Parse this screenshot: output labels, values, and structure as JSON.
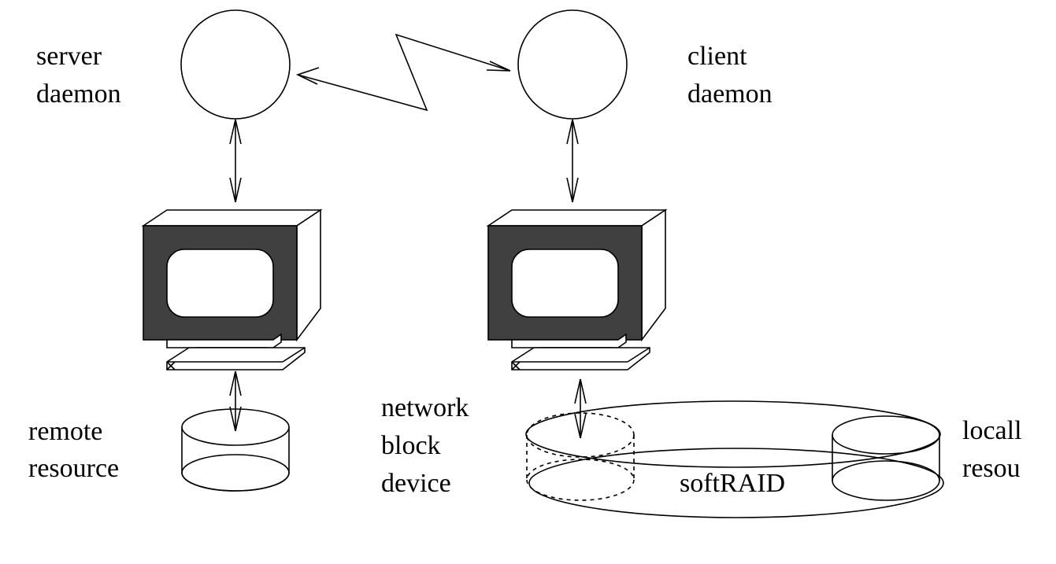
{
  "diagram": {
    "labels": {
      "server_l1": "server",
      "server_l2": "daemon",
      "client_l1": "client",
      "client_l2": "daemon",
      "remote_l1": "remote",
      "remote_l2": "resource",
      "nbd_l1": "network",
      "nbd_l2": "block",
      "nbd_l3": "device",
      "local_l1": "locall",
      "local_l2": "resou",
      "raid": "softRAID"
    },
    "colors": {
      "monitor_bezel": "#404040",
      "line": "#000000",
      "background": "#ffffff"
    }
  }
}
